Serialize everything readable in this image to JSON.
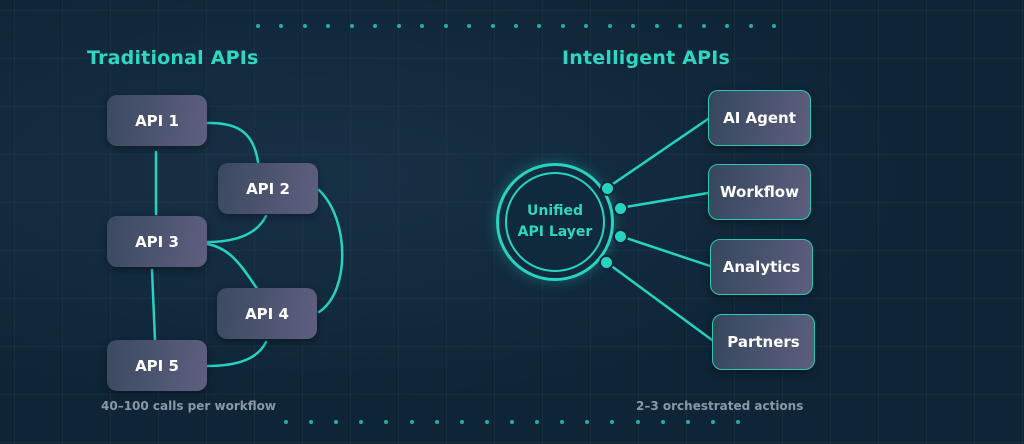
{
  "left_section": {
    "title": "Traditional APIs",
    "nodes": [
      "API 1",
      "API 2",
      "API 3",
      "API 4",
      "API 5"
    ],
    "caption": "40–100 calls per workflow"
  },
  "right_section": {
    "title": "Intelligent APIs",
    "hub_label": "Unified API Layer",
    "outputs": [
      "AI Agent",
      "Workflow",
      "Analytics",
      "Partners"
    ],
    "caption": "2–3 orchestrated actions"
  },
  "colors": {
    "background": "#0e2537",
    "accent": "#25d3c0",
    "node_fill_start": "#3a4960",
    "node_fill_end": "#5f5f80",
    "caption": "#8a97a6"
  }
}
